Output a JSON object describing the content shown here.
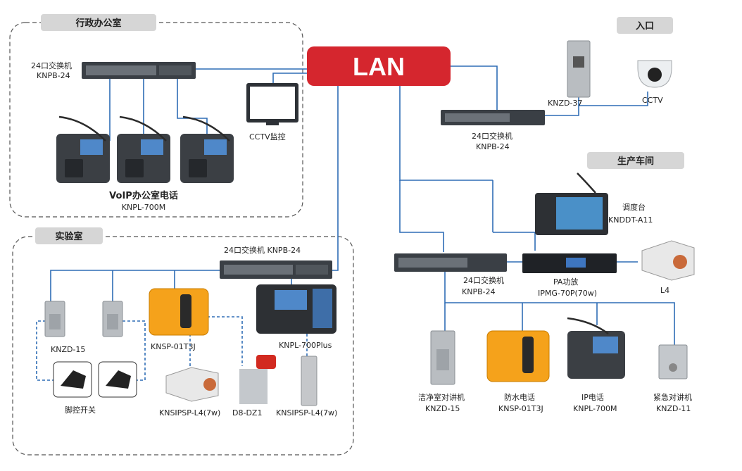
{
  "zones": {
    "admin_office": "行政办公室",
    "lab": "实验室",
    "entrance": "入口",
    "workshop": "生产车间"
  },
  "lan": "LAN",
  "admin": {
    "switch_title": "24口交换机",
    "switch_model": "KNPB-24",
    "cctv_monitor": "CCTV监控",
    "phones_title": "VoIP办公室电话",
    "phones_model": "KNPL-700M"
  },
  "lab": {
    "switch_label": "24口交换机 KNPB-24",
    "intercom1": "KNZD-15",
    "foot_switch": "脚控开关",
    "waterproof_phone": "KNSP-01T3J",
    "horn_speaker": "KNSIPSP-L4(7w)",
    "strobe": "D8-DZ1",
    "column_speaker": "KNSIPSP-L4(7w)",
    "desk_phone": "KNPL-700Plus"
  },
  "entrance": {
    "intercom": "KNZD-37",
    "camera": "CCTV",
    "switch_title": "24口交换机",
    "switch_model": "KNPB-24"
  },
  "workshop": {
    "console_title": "调度台",
    "console_model": "KNDDT-A11",
    "switch_title": "24口交换机",
    "switch_model": "KNPB-24",
    "amp_title": "PA功放",
    "amp_model": "IPMG-70P(70w)",
    "speaker": "L4",
    "d1_title": "洁净室对讲机",
    "d1_model": "KNZD-15",
    "d2_title": "防水电话",
    "d2_model": "KNSP-01T3J",
    "d3_title": "IP电话",
    "d3_model": "KNPL-700M",
    "d4_title": "紧急对讲机",
    "d4_model": "KNZD-11"
  },
  "colors": {
    "lan_red": "#d5262e",
    "link_blue": "#2f6db5",
    "zone_tag_gray": "#d6d6d6",
    "switch_dark": "#3a3f45",
    "phone_dark": "#3b3f44",
    "waterproof_orange": "#f5a21b"
  }
}
